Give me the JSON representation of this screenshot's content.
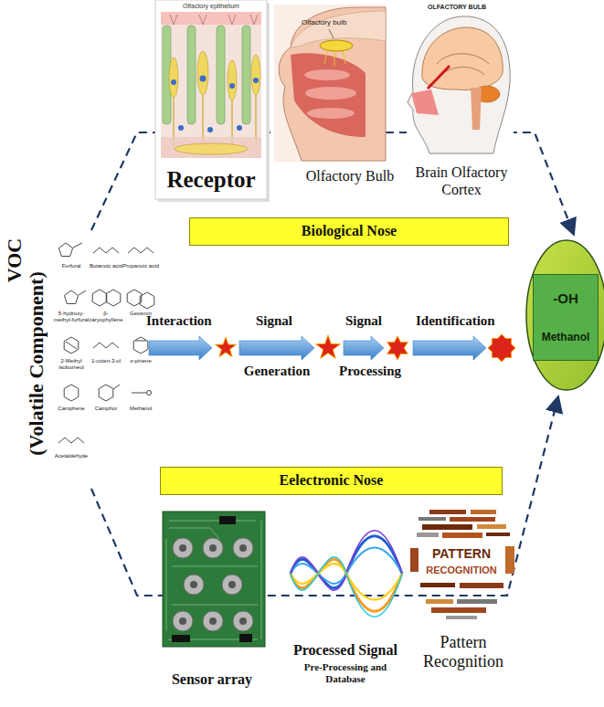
{
  "diagram": {
    "nodes": [
      {
        "text": [
          "Receptor"
        ]
      },
      {
        "text": [
          "Biological Nose"
        ]
      },
      {
        "text": [
          "Eelectronic Nose"
        ]
      },
      {
        "text": [
          "-OH",
          "Methanol"
        ]
      }
    ],
    "labels": [
      "Olfactory epithelium",
      "Olfactory bulb",
      "OLFACTORY BULB",
      "Olfactory Bulb",
      "Brain Olfactory Cortex",
      "VOC",
      "(Volatile Component)",
      "Furfural",
      "Butanoic acid",
      "Propanoic acid",
      "5-hydroxy-methyl-furfural",
      "β-caryophyllene",
      "Geosmin",
      "2-Methyl isoborneol",
      "1-octen-3-ol",
      "α-pinene",
      "Camphene",
      "Camphor",
      "Methanol",
      "Acetaldehyde",
      "Interaction",
      "Signal",
      "Generation",
      "Signal",
      "Processing",
      "Identification",
      "PATTERN",
      "RECOGNITION",
      "Sensor array",
      "Processed Signal",
      "Pre-Processing and Database",
      "Pattern Recognition"
    ]
  }
}
